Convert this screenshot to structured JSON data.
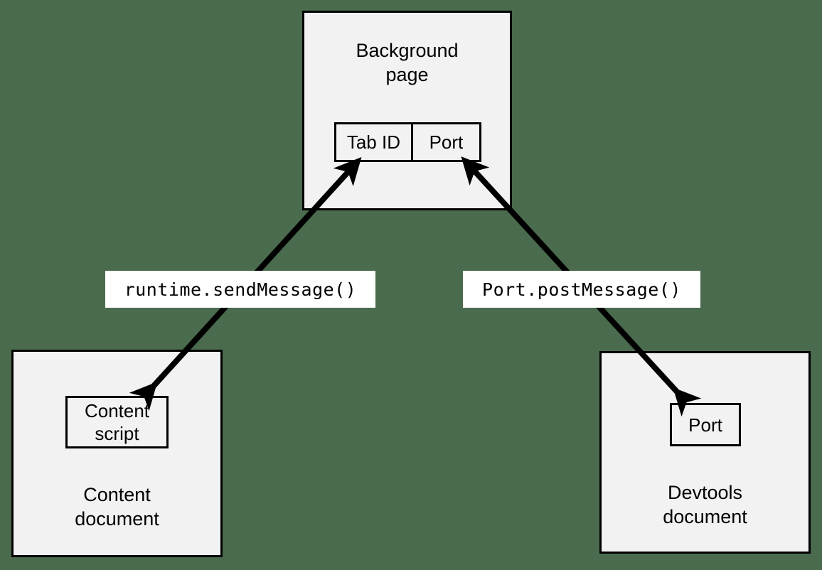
{
  "diagram": {
    "title": "Chrome extension messaging between background page, content script and devtools",
    "background_color": "#4a6b4d",
    "node_fill": "#f2f2f2",
    "stroke_color": "#000000",
    "label_fill": "#ffffff"
  },
  "nodes": {
    "background_page": {
      "label": "Background\npage",
      "table": {
        "cells": [
          "Tab ID",
          "Port"
        ]
      }
    },
    "content_document": {
      "label": "Content\ndocument",
      "inner": "Content\nscript"
    },
    "devtools_document": {
      "label": "Devtools\ndocument",
      "inner": "Port"
    }
  },
  "edges": [
    {
      "label": "runtime.sendMessage()",
      "from": "content-script",
      "to": "background-page-tab-id",
      "direction": "bidirectional"
    },
    {
      "label": "Port.postMessage()",
      "from": "devtools-port",
      "to": "background-page-port",
      "direction": "bidirectional"
    }
  ]
}
